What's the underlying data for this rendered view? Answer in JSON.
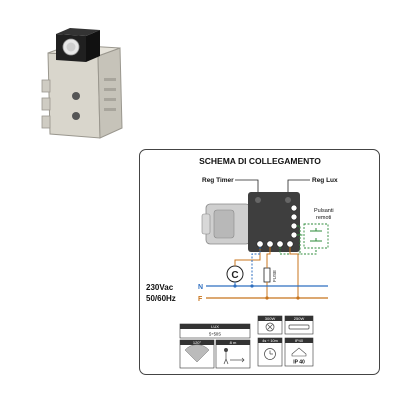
{
  "schema": {
    "title": "SCHEMA DI COLLEGAMENTO",
    "reg_timer": "Reg Timer",
    "reg_lux": "Reg Lux",
    "remote_buttons_line1": "Pulsanti",
    "remote_buttons_line2": "remoti",
    "load_symbol": "C",
    "fuse_label": "FUSE",
    "neutral": "N",
    "phase": "F",
    "supply_voltage": "230Vac",
    "supply_freq": "50/60Hz"
  },
  "specs": {
    "lux_label": "LUX",
    "lux_range": "5÷50S",
    "angle": "120°",
    "distance": "8 m",
    "power_incandescent": "300W",
    "power_fluorescent": "250W",
    "timer": "4s ÷ 10m",
    "ip_label": "IP40",
    "ip_value": "IP 40"
  },
  "colors": {
    "neutral_wire": "#2f6fc0",
    "phase_wire": "#c8741c",
    "button_wire": "#2e8b3a",
    "device_body": "#3e3e3e"
  }
}
